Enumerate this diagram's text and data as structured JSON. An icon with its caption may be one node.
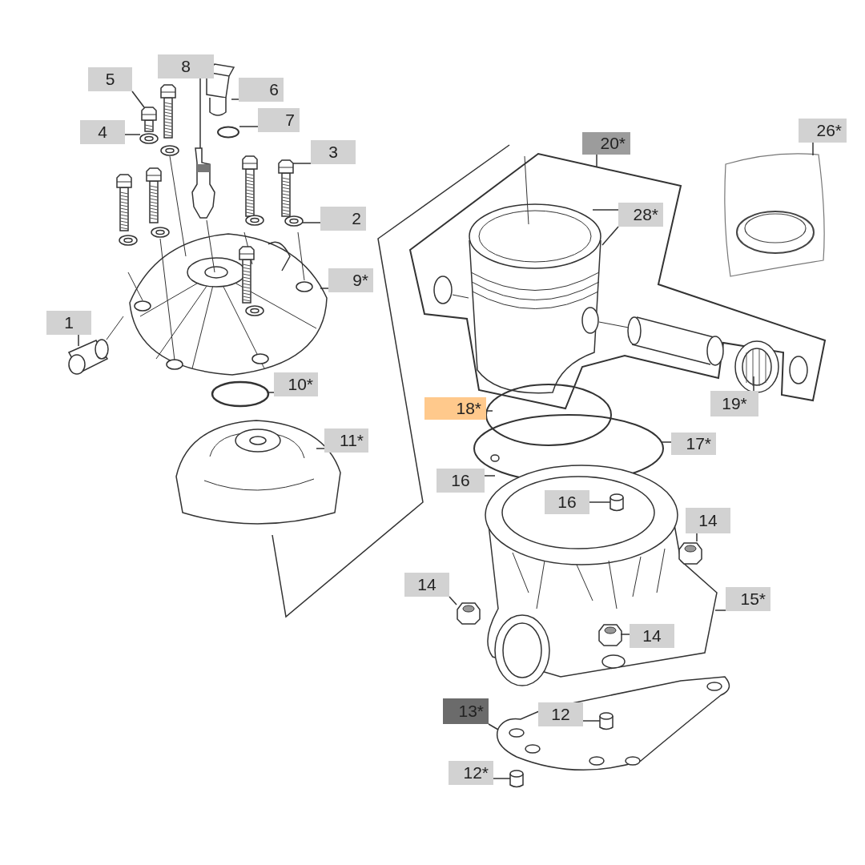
{
  "diagram": {
    "nodes": [
      {
        "text": [
          "8"
        ]
      },
      {
        "text": [
          "5"
        ]
      },
      {
        "text": [
          "6"
        ]
      },
      {
        "text": [
          "4"
        ]
      },
      {
        "text": [
          "7"
        ]
      },
      {
        "text": [
          "3"
        ]
      },
      {
        "text": [
          "2"
        ]
      },
      {
        "text": [
          "20*"
        ]
      },
      {
        "text": [
          "26*"
        ]
      },
      {
        "text": [
          "28*"
        ]
      },
      {
        "text": [
          "9*"
        ]
      },
      {
        "text": [
          "1"
        ]
      },
      {
        "text": [
          "10*"
        ]
      },
      {
        "text": [
          "19*"
        ]
      },
      {
        "text": [
          "18*"
        ]
      },
      {
        "text": [
          "11*"
        ]
      },
      {
        "text": [
          "17*"
        ]
      },
      {
        "text": [
          "16"
        ]
      },
      {
        "text": [
          "16"
        ]
      },
      {
        "text": [
          "14"
        ]
      },
      {
        "text": [
          "14"
        ]
      },
      {
        "text": [
          "15*"
        ]
      },
      {
        "text": [
          "14"
        ]
      },
      {
        "text": [
          "13*"
        ]
      },
      {
        "text": [
          "12"
        ]
      },
      {
        "text": [
          "12*"
        ]
      },
      {
        "text": [],
        "shape": "bolt"
      },
      {
        "text": [],
        "shape": "washer"
      },
      {
        "text": [],
        "shape": "ring"
      },
      {
        "text": [],
        "shape": "bolt"
      },
      {
        "text": [],
        "shape": "washer"
      },
      {
        "text": [],
        "shape": "cylinder"
      },
      {
        "text": [],
        "shape": "cylinder"
      },
      {
        "text": [],
        "shape": "cylinder"
      }
    ],
    "edges": [
      {
        "from": 0,
        "to": null,
        "arrow": "none"
      },
      {
        "from": 1,
        "to": 26,
        "arrow": "none"
      },
      {
        "from": 2,
        "to": null,
        "arrow": "none"
      },
      {
        "from": 3,
        "to": 27,
        "arrow": "none"
      },
      {
        "from": 4,
        "to": 28,
        "arrow": "none"
      },
      {
        "from": 5,
        "to": 29,
        "arrow": "none"
      },
      {
        "from": 6,
        "to": 30,
        "arrow": "none"
      },
      {
        "from": 7,
        "to": null,
        "arrow": "none"
      },
      {
        "from": 8,
        "to": null,
        "arrow": "none"
      },
      {
        "from": 9,
        "to": null,
        "arrow": "none"
      },
      {
        "from": 9,
        "to": null,
        "arrow": "none"
      },
      {
        "from": 10,
        "to": null,
        "arrow": "none"
      },
      {
        "from": 11,
        "to": null,
        "arrow": "none"
      },
      {
        "from": 12,
        "to": null,
        "arrow": "none"
      },
      {
        "from": 13,
        "to": null,
        "arrow": "none"
      },
      {
        "from": 14,
        "to": null,
        "arrow": "none"
      },
      {
        "from": 15,
        "to": null,
        "arrow": "none"
      },
      {
        "from": 16,
        "to": null,
        "arrow": "none"
      },
      {
        "from": 17,
        "to": null,
        "arrow": "none"
      },
      {
        "from": 18,
        "to": 31,
        "arrow": "none"
      },
      {
        "from": 19,
        "to": null,
        "arrow": "none"
      },
      {
        "from": 20,
        "to": null,
        "arrow": "none"
      },
      {
        "from": 21,
        "to": null,
        "arrow": "none"
      },
      {
        "from": 22,
        "to": null,
        "arrow": "none"
      },
      {
        "from": 23,
        "to": null,
        "arrow": "none"
      },
      {
        "from": 24,
        "to": 32,
        "arrow": "none"
      },
      {
        "from": 25,
        "to": 33,
        "arrow": "none"
      }
    ]
  }
}
